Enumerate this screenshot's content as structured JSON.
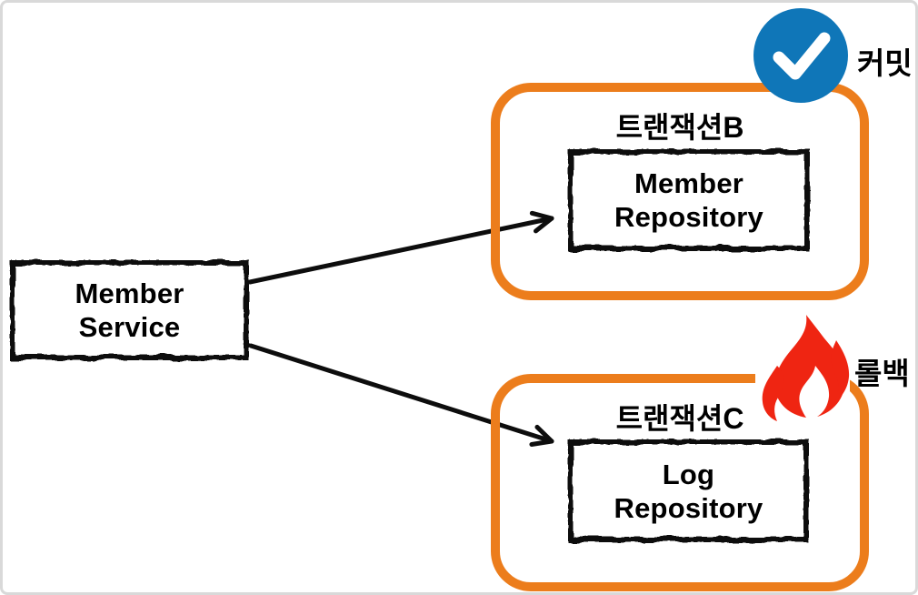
{
  "diagram": {
    "service": {
      "label_line1": "Member",
      "label_line2": "Service"
    },
    "transaction_b": {
      "title": "트랜잭션B",
      "repository_line1": "Member",
      "repository_line2": "Repository",
      "status": "commit",
      "status_label": "커밋",
      "status_icon": "check-circle-icon"
    },
    "transaction_c": {
      "title": "트랜잭션C",
      "repository_line1": "Log",
      "repository_line2": "Repository",
      "status": "rollback",
      "status_label": "롤백",
      "status_icon": "fire-icon"
    },
    "colors": {
      "container_orange": "#ec7d1c",
      "commit_blue": "#0f76b8",
      "rollback_red": "#ef2512",
      "frame_gray": "#d9d9d9",
      "ink_black": "#0d0d0d"
    }
  }
}
